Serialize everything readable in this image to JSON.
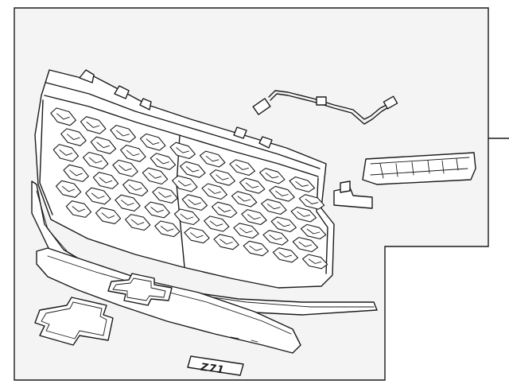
{
  "diagram": {
    "colors": {
      "line": "#1a1a1a",
      "background": "#ffffff",
      "panel": "#f4f4f4"
    },
    "grille": {
      "rows": 6,
      "cols": 9
    },
    "emblem_text": "Z71",
    "callouts": []
  }
}
